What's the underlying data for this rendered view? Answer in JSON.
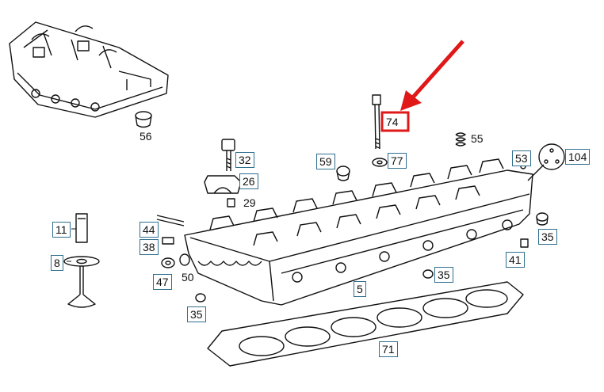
{
  "diagram": {
    "highlight_color": "#e01818",
    "box_border_color": "#2f6f8f",
    "parts": [
      {
        "id": "p56",
        "label": "56",
        "boxed": false
      },
      {
        "id": "p74",
        "label": "74",
        "boxed": false,
        "highlighted": true
      },
      {
        "id": "p55",
        "label": "55",
        "boxed": false
      },
      {
        "id": "p32",
        "label": "32",
        "boxed": true
      },
      {
        "id": "p26",
        "label": "26",
        "boxed": true
      },
      {
        "id": "p29",
        "label": "29",
        "boxed": false
      },
      {
        "id": "p59",
        "label": "59",
        "boxed": true
      },
      {
        "id": "p77",
        "label": "77",
        "boxed": true
      },
      {
        "id": "p53",
        "label": "53",
        "boxed": true
      },
      {
        "id": "p104",
        "label": "104",
        "boxed": true
      },
      {
        "id": "p11",
        "label": "11",
        "boxed": true
      },
      {
        "id": "p44",
        "label": "44",
        "boxed": true
      },
      {
        "id": "p38",
        "label": "38",
        "boxed": true
      },
      {
        "id": "p8",
        "label": "8",
        "boxed": true
      },
      {
        "id": "p47",
        "label": "47",
        "boxed": true
      },
      {
        "id": "p50",
        "label": "50",
        "boxed": false
      },
      {
        "id": "p35a",
        "label": "35",
        "boxed": true
      },
      {
        "id": "p41",
        "label": "41",
        "boxed": true
      },
      {
        "id": "p35b",
        "label": "35",
        "boxed": true
      },
      {
        "id": "p5",
        "label": "5",
        "boxed": true
      },
      {
        "id": "p35c",
        "label": "35",
        "boxed": true
      },
      {
        "id": "p71",
        "label": "71",
        "boxed": true
      }
    ]
  }
}
